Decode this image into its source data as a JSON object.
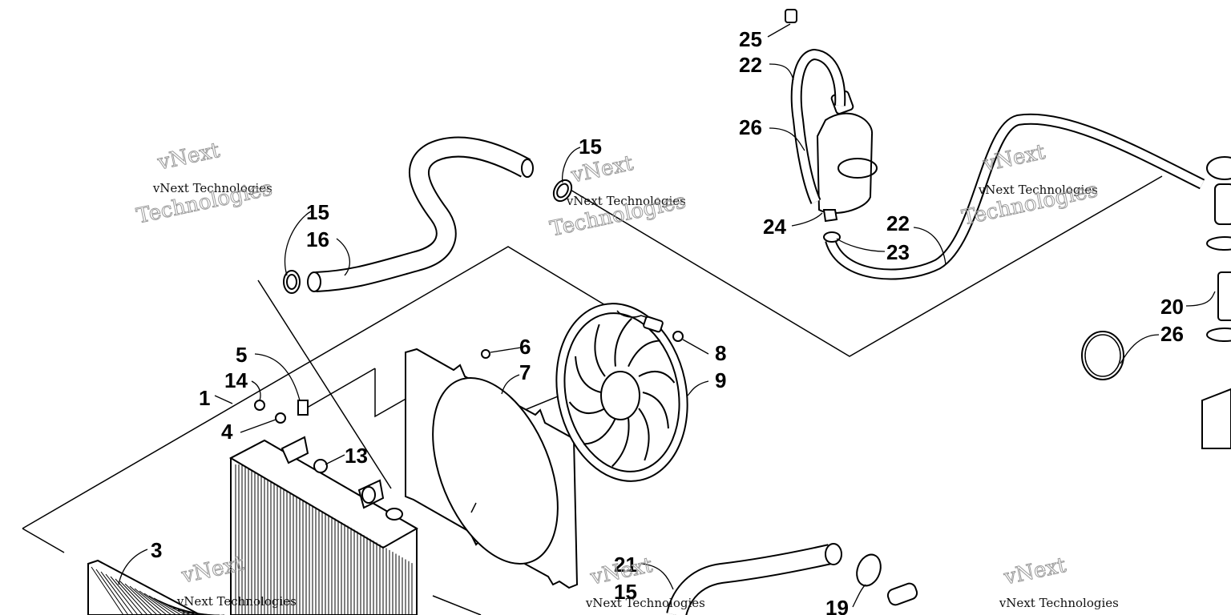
{
  "diagram": {
    "callouts": [
      {
        "id": "c25a",
        "label": "25"
      },
      {
        "id": "c22a",
        "label": "22"
      },
      {
        "id": "c26a",
        "label": "26"
      },
      {
        "id": "c24",
        "label": "24"
      },
      {
        "id": "c22b",
        "label": "22"
      },
      {
        "id": "c23",
        "label": "23"
      },
      {
        "id": "c15a",
        "label": "15"
      },
      {
        "id": "c15b",
        "label": "15"
      },
      {
        "id": "c16",
        "label": "16"
      },
      {
        "id": "c6",
        "label": "6"
      },
      {
        "id": "c7",
        "label": "7"
      },
      {
        "id": "c8",
        "label": "8"
      },
      {
        "id": "c9",
        "label": "9"
      },
      {
        "id": "c5",
        "label": "5"
      },
      {
        "id": "c14",
        "label": "14"
      },
      {
        "id": "c1",
        "label": "1"
      },
      {
        "id": "c4",
        "label": "4"
      },
      {
        "id": "c13",
        "label": "13"
      },
      {
        "id": "c3",
        "label": "3"
      },
      {
        "id": "c20",
        "label": "20"
      },
      {
        "id": "c26b",
        "label": "26"
      },
      {
        "id": "c21",
        "label": "21"
      },
      {
        "id": "c15c",
        "label": "15"
      },
      {
        "id": "c19",
        "label": "19"
      }
    ],
    "watermark": {
      "line_small": "vNext Technologies",
      "line_big_1": "vNext",
      "line_big_2": "Technologies"
    }
  }
}
